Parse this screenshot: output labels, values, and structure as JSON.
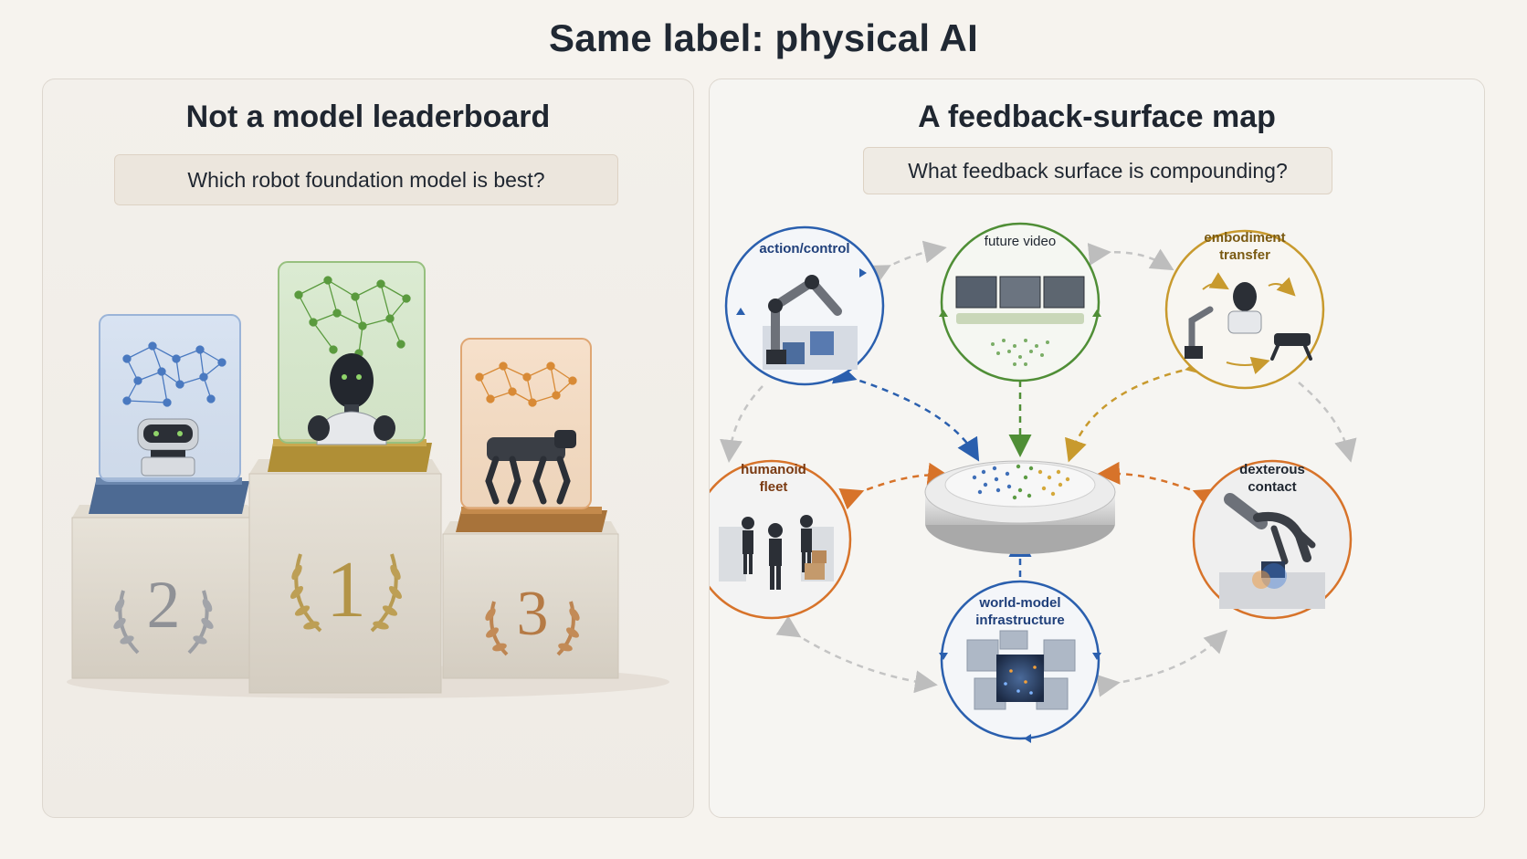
{
  "title": "Same label: physical AI",
  "left_panel": {
    "title": "Not a model leaderboard",
    "question": "Which robot foundation model is best?",
    "podium": {
      "first": "1",
      "second": "2",
      "third": "3"
    }
  },
  "right_panel": {
    "title": "A feedback-surface map",
    "question": "What feedback surface is compounding?",
    "nodes": {
      "action": "action/control",
      "video": "future video",
      "embodiment_1": "embodiment",
      "embodiment_2": "transfer",
      "humanoid_1": "humanoid",
      "humanoid_2": "fleet",
      "dexterous_1": "dexterous",
      "dexterous_2": "contact",
      "world_1": "world-model",
      "world_2": "infrastructure"
    }
  },
  "colors": {
    "blue": "#2a5fae",
    "green": "#4f8e36",
    "gold": "#c89a2e",
    "orange": "#d7732a",
    "gray": "#c4c4c4"
  }
}
